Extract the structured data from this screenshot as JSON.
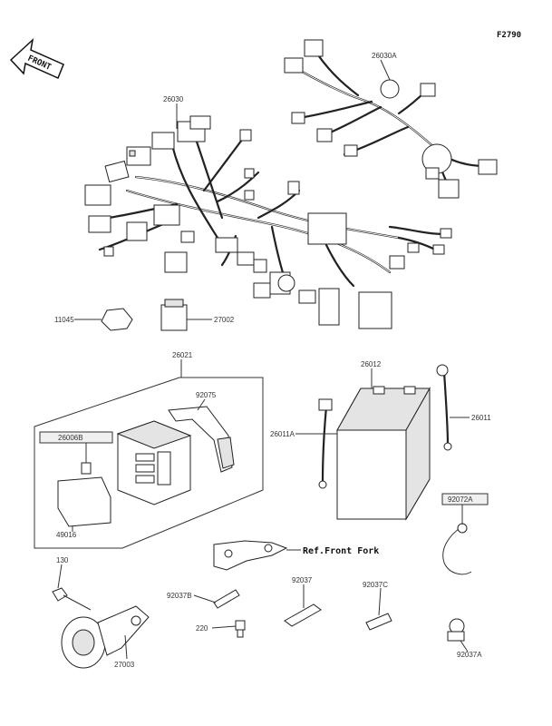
{
  "figure_id": "F2790",
  "direction_label": "FRONT",
  "reference_text": "Ref.Front Fork",
  "parts": {
    "p26030A": "26030A",
    "p26030": "26030",
    "p11045": "11045",
    "p27002": "27002",
    "p26021": "26021",
    "p92075": "92075",
    "p26006B": "26006B",
    "p49016": "49016",
    "p26012": "26012",
    "p26011A": "26011A",
    "p26011": "26011",
    "p92072A": "92072A",
    "p130": "130",
    "p92037B": "92037B",
    "p92037": "92037",
    "p92037C": "92037C",
    "p220": "220",
    "p27003": "27003",
    "p92037A": "92037A"
  }
}
